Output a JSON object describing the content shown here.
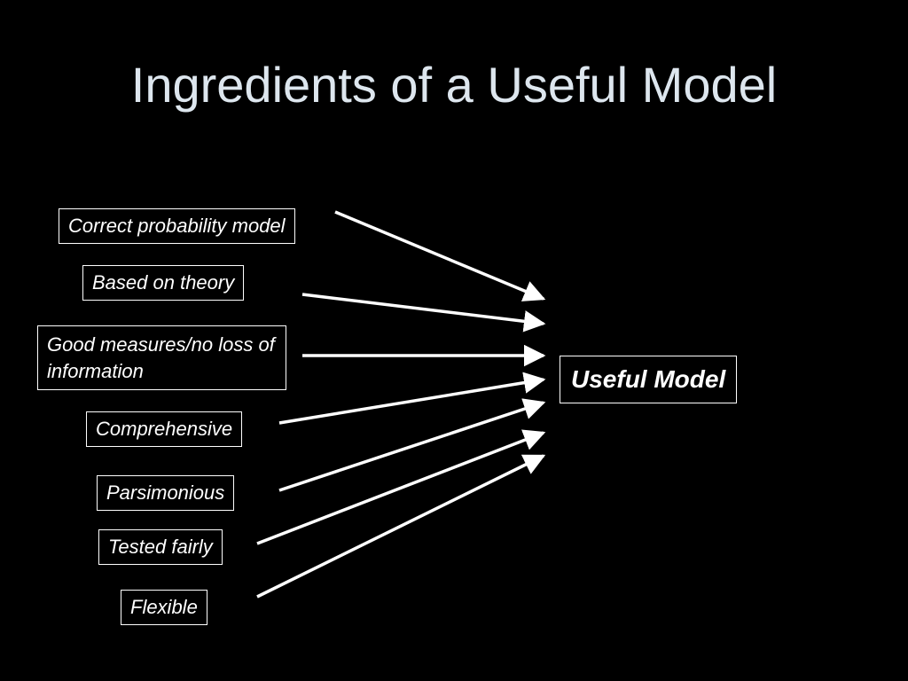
{
  "title": "Ingredients of a Useful Model",
  "colors": {
    "background": "#000000",
    "title": "#dde6ee",
    "boxes": "#ffffff",
    "arrows": "#ffffff"
  },
  "inputs": [
    {
      "label": "Correct probability model"
    },
    {
      "label": "Based on theory"
    },
    {
      "label": "Good measures/no loss of information"
    },
    {
      "label": "Comprehensive"
    },
    {
      "label": "Parsimonious"
    },
    {
      "label": "Tested fairly"
    },
    {
      "label": "Flexible"
    }
  ],
  "output": {
    "label": "Useful Model"
  }
}
